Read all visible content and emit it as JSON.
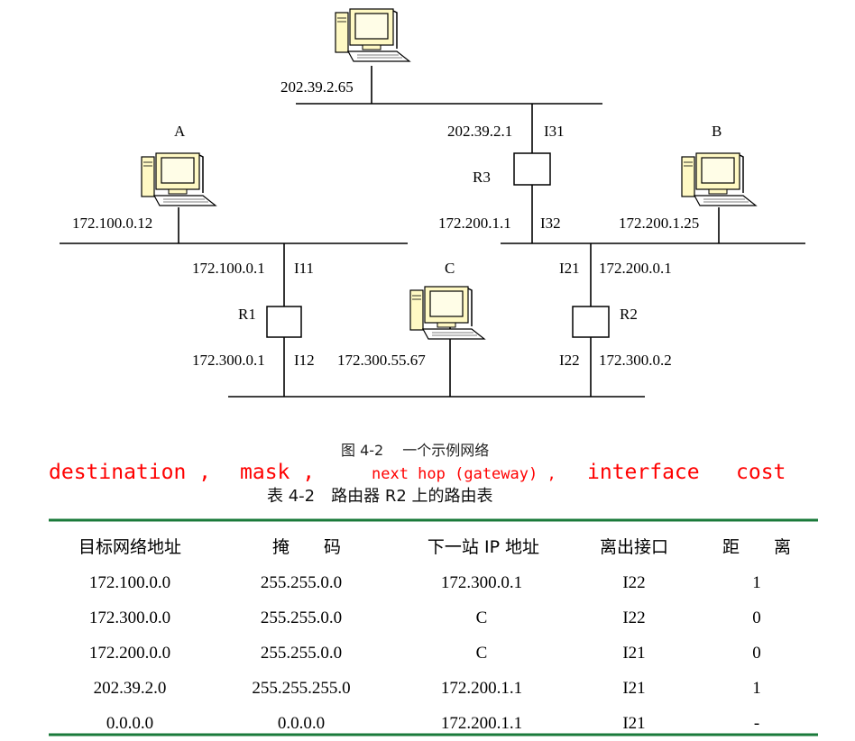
{
  "network": {
    "top_host_ip": "202.39.2.65",
    "r3_name": "R3",
    "r3_top_ip": "202.39.2.1",
    "r3_top_if": "I31",
    "r3_bottom_ip": "172.200.1.1",
    "r3_bottom_if": "I32",
    "host_a_name": "A",
    "host_a_ip": "172.100.0.12",
    "host_b_name": "B",
    "host_b_ip": "172.200.1.25",
    "r1_name": "R1",
    "r1_top_ip": "172.100.0.1",
    "r1_top_if": "I11",
    "r1_bottom_ip": "172.300.0.1",
    "r1_bottom_if": "I12",
    "host_c_name": "C",
    "host_c_ip": "172.300.55.67",
    "r2_name": "R2",
    "r2_top_if": "I21",
    "r2_top_ip": "172.200.0.1",
    "r2_bottom_if": "I22",
    "r2_bottom_ip": "172.300.0.2"
  },
  "figure_caption": "图 4-2　 一个示例网络",
  "annotations": {
    "destination": "destination ,",
    "mask": "mask ,",
    "next_hop": "next hop (gateway) ,",
    "interface": "interface",
    "cost": "cost"
  },
  "table_title": "表 4-2　路由器 R2 上的路由表",
  "table": {
    "headers": [
      "目标网络地址",
      "掩　　码",
      "下一站 IP 地址",
      "离出接口",
      "距　　离"
    ],
    "rows": [
      [
        "172.100.0.0",
        "255.255.0.0",
        "172.300.0.1",
        "I22",
        "1"
      ],
      [
        "172.300.0.0",
        "255.255.0.0",
        "C",
        "I22",
        "0"
      ],
      [
        "172.200.0.0",
        "255.255.0.0",
        "C",
        "I21",
        "0"
      ],
      [
        "202.39.2.0",
        "255.255.255.0",
        "172.200.1.1",
        "I21",
        "1"
      ],
      [
        "0.0.0.0",
        "0.0.0.0",
        "172.200.1.1",
        "I21",
        "-"
      ]
    ]
  },
  "colors": {
    "annotation": "#ff0000",
    "table_rule": "#1a7a3a",
    "monitor": "#fff9c4",
    "tower": "#fff9c4"
  }
}
